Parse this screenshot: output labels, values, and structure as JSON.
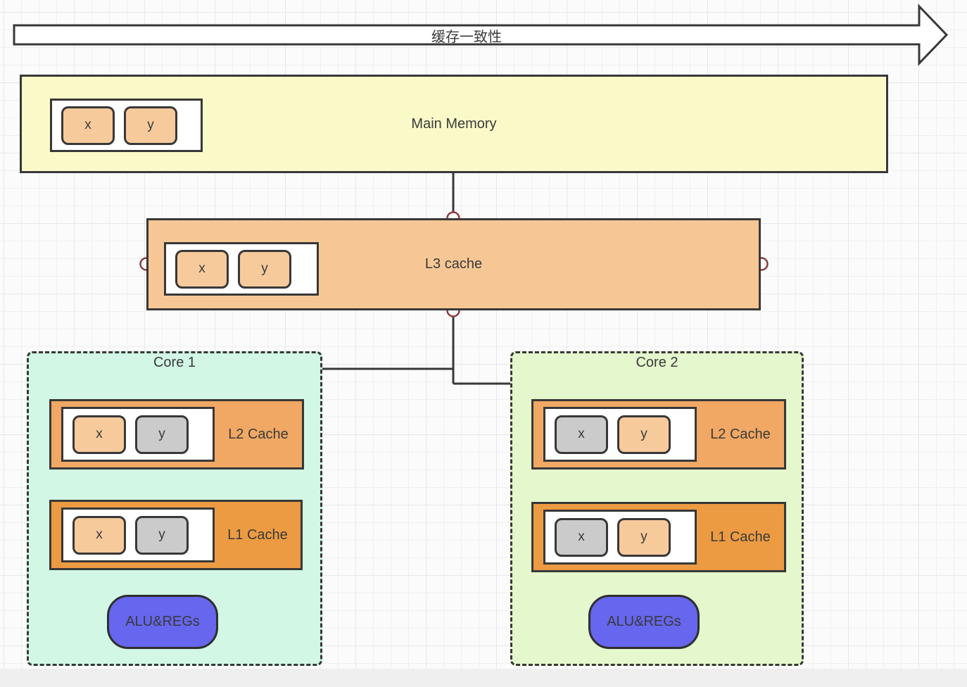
{
  "banner": {
    "label": "缓存一致性"
  },
  "main_memory": {
    "label": "Main Memory",
    "cells": [
      {
        "label": "x",
        "state": "orange"
      },
      {
        "label": "y",
        "state": "orange"
      }
    ]
  },
  "l3_cache": {
    "label": "L3 cache",
    "cells": [
      {
        "label": "x",
        "state": "orange"
      },
      {
        "label": "y",
        "state": "orange"
      }
    ]
  },
  "cores": [
    {
      "title": "Core 1",
      "l2": {
        "label": "L2 Cache",
        "cells": [
          {
            "label": "x",
            "state": "orange"
          },
          {
            "label": "y",
            "state": "gray"
          }
        ]
      },
      "l1": {
        "label": "L1 Cache",
        "cells": [
          {
            "label": "x",
            "state": "orange"
          },
          {
            "label": "y",
            "state": "gray"
          }
        ]
      },
      "alu": {
        "label": "ALU&REGs"
      }
    },
    {
      "title": "Core 2",
      "l2": {
        "label": "L2 Cache",
        "cells": [
          {
            "label": "x",
            "state": "gray"
          },
          {
            "label": "y",
            "state": "orange"
          }
        ]
      },
      "l1": {
        "label": "L1 Cache",
        "cells": [
          {
            "label": "x",
            "state": "gray"
          },
          {
            "label": "y",
            "state": "orange"
          }
        ]
      },
      "alu": {
        "label": "ALU&REGs"
      }
    }
  ],
  "colors": {
    "canvas_bg": "#FBFBFB",
    "grid_minor": "#F0F0F1",
    "grid_major": "#E7E7EA",
    "stroke_dark": "#383838",
    "text_color": "#3A3A3A",
    "main_memory_fill": "#FAF9C8",
    "l3_fill": "#F6C795",
    "l2_fill": "#F0A864",
    "l1_fill": "#EC9B42",
    "cell_orange": "#F7CA9C",
    "cell_gray": "#CBCBCB",
    "core1_fill": "#D2F7E5",
    "core2_fill": "#E4F7CD",
    "alu_fill": "#6666EE",
    "port_stroke": "#8C3B3B",
    "footer_strip": "#EFEFEF"
  }
}
